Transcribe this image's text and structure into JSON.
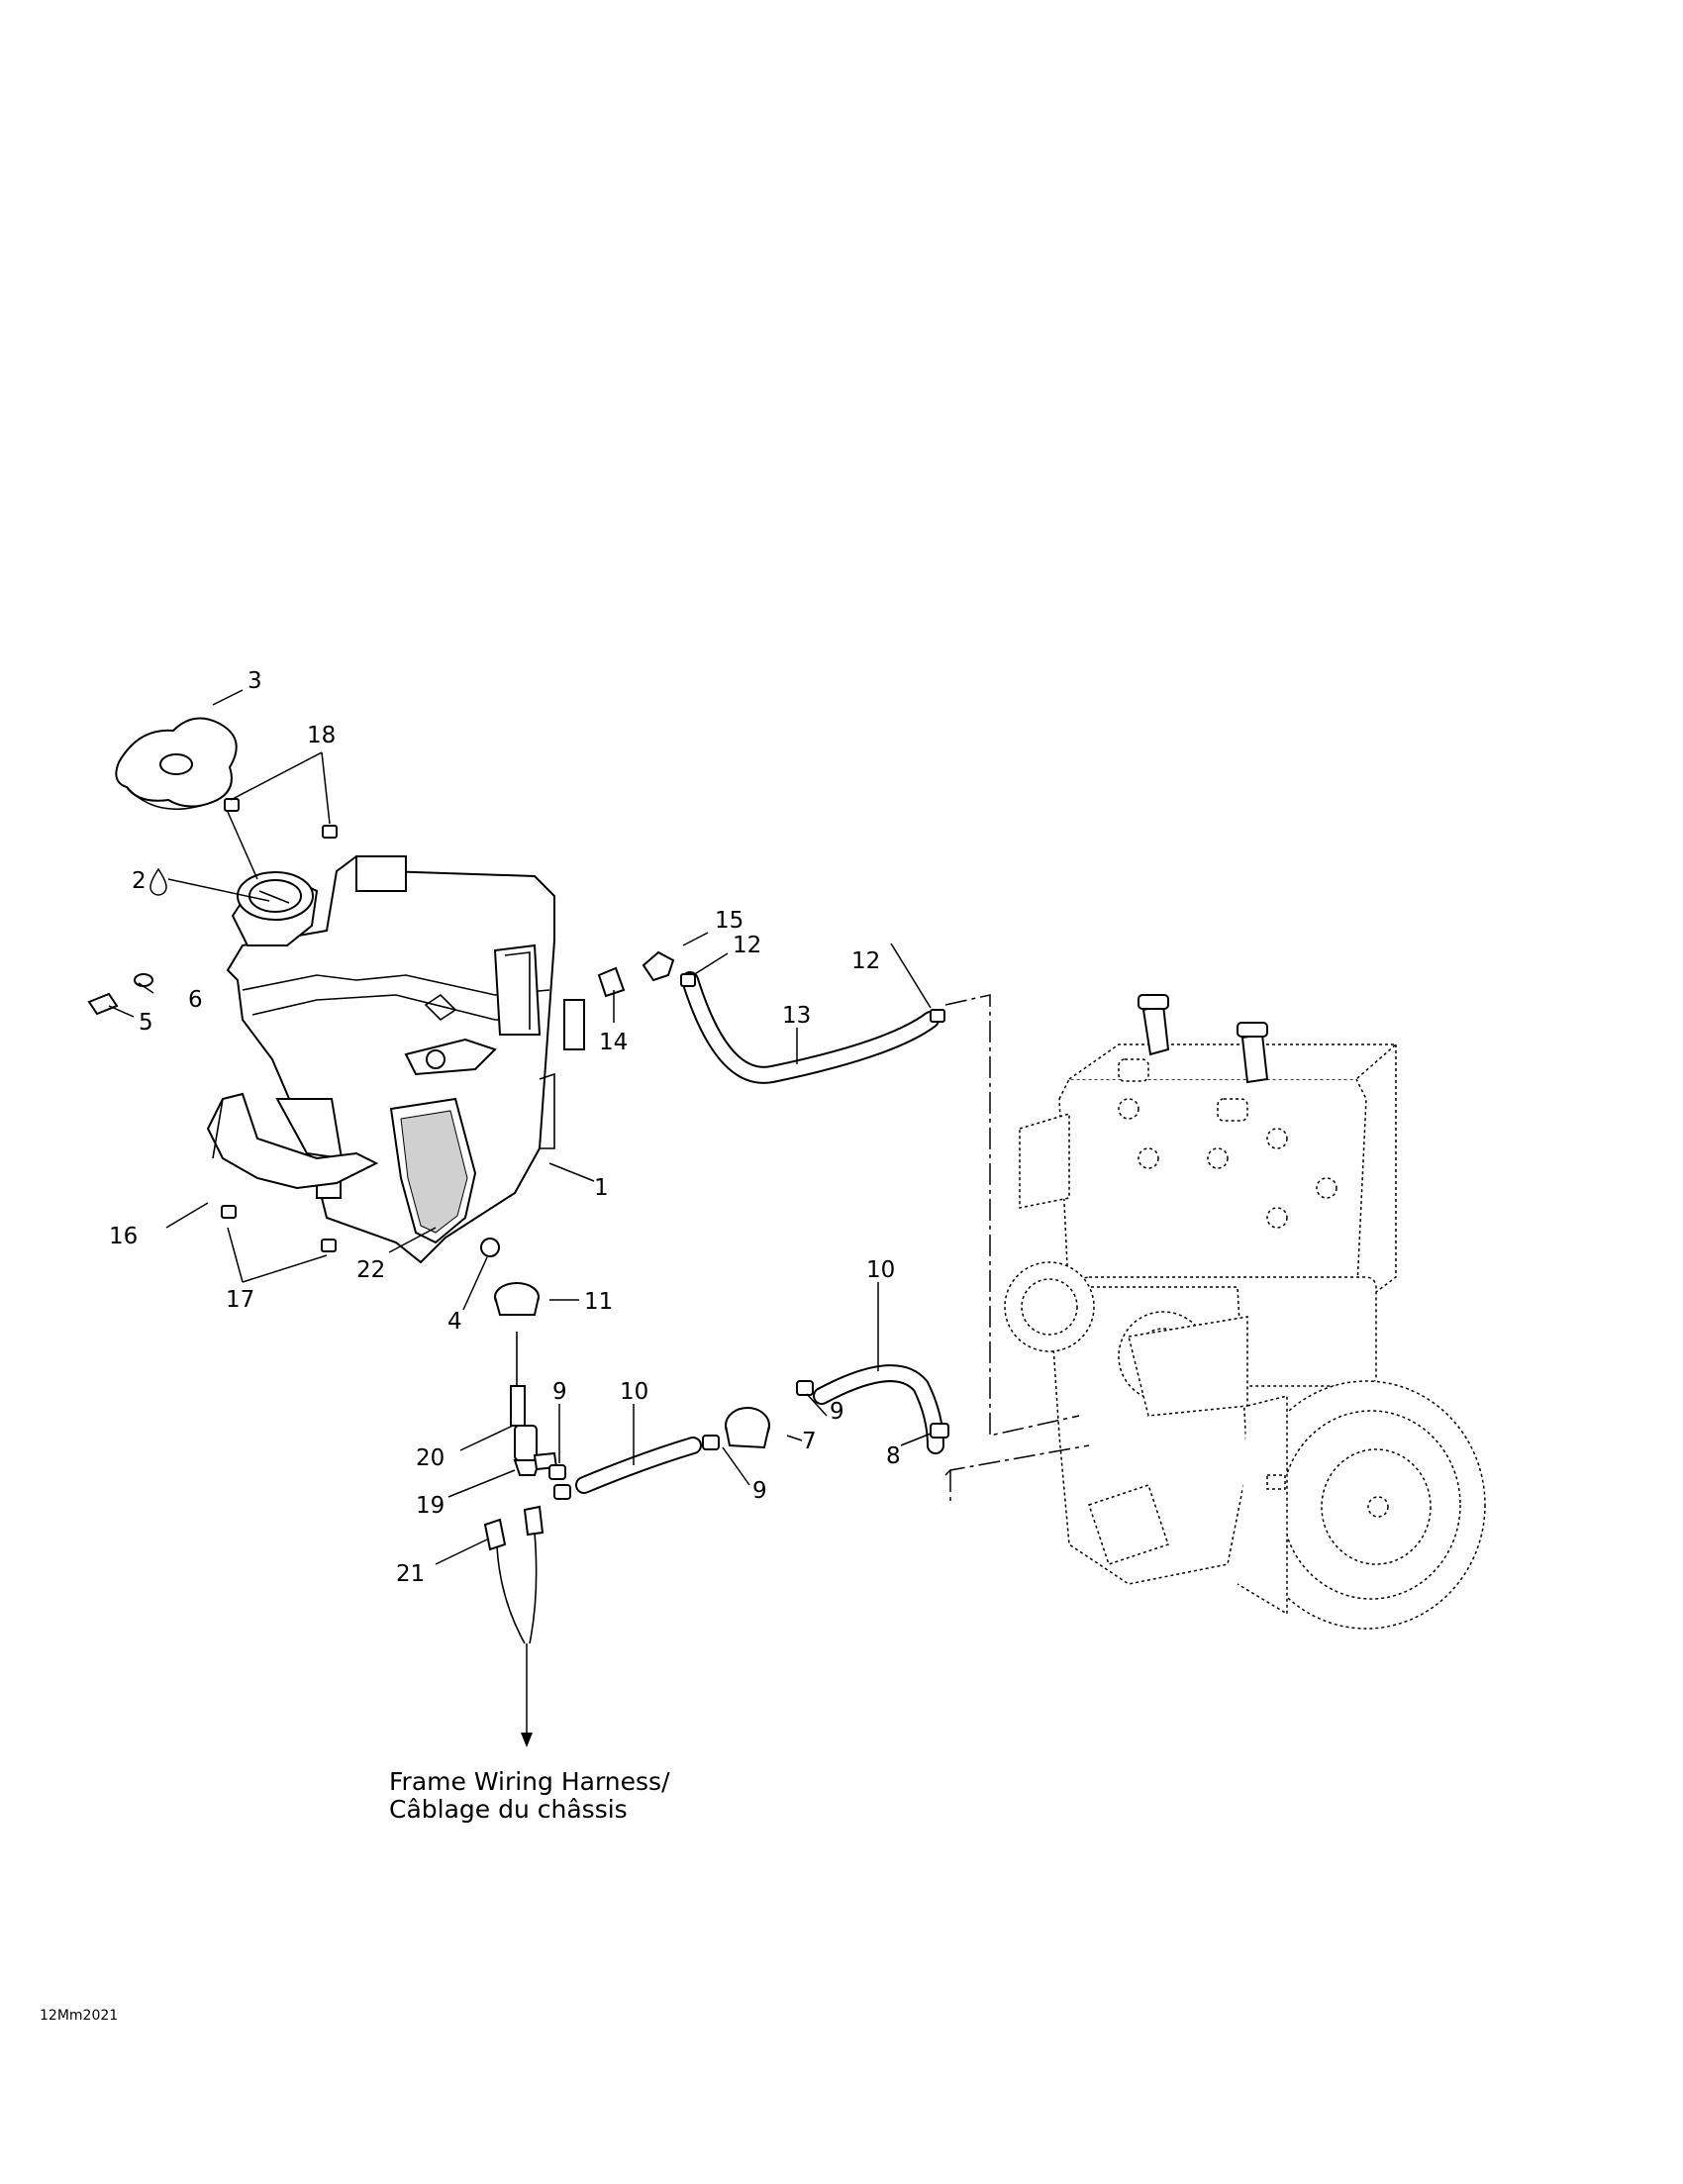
{
  "callouts": [
    {
      "id": "c1",
      "text": "1"
    },
    {
      "id": "c2",
      "text": "2"
    },
    {
      "id": "c3",
      "text": "3"
    },
    {
      "id": "c4",
      "text": "4"
    },
    {
      "id": "c5",
      "text": "5"
    },
    {
      "id": "c6",
      "text": "6"
    },
    {
      "id": "c7",
      "text": "7"
    },
    {
      "id": "c8",
      "text": "8"
    },
    {
      "id": "c9a",
      "text": "9"
    },
    {
      "id": "c9b",
      "text": "9"
    },
    {
      "id": "c9c",
      "text": "9"
    },
    {
      "id": "c10a",
      "text": "10"
    },
    {
      "id": "c10b",
      "text": "10"
    },
    {
      "id": "c11",
      "text": "11"
    },
    {
      "id": "c12a",
      "text": "12"
    },
    {
      "id": "c12b",
      "text": "12"
    },
    {
      "id": "c13",
      "text": "13"
    },
    {
      "id": "c14",
      "text": "14"
    },
    {
      "id": "c15",
      "text": "15"
    },
    {
      "id": "c16",
      "text": "16"
    },
    {
      "id": "c17",
      "text": "17"
    },
    {
      "id": "c18",
      "text": "18"
    },
    {
      "id": "c19",
      "text": "19"
    },
    {
      "id": "c20",
      "text": "20"
    },
    {
      "id": "c21",
      "text": "21"
    },
    {
      "id": "c22",
      "text": "22"
    }
  ],
  "harness_note": {
    "line1": "Frame Wiring Harness/",
    "line2": "Câblage du châssis"
  },
  "drawing_ref": "12Mm2021"
}
